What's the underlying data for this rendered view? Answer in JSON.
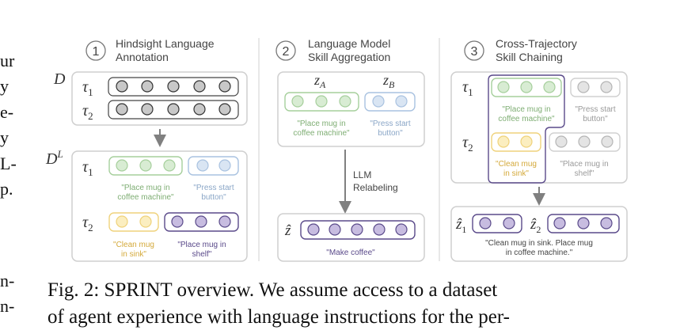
{
  "left_margin_fragments": [
    "ur",
    "y",
    "e-",
    "y",
    "L-",
    "p.",
    "n-",
    "n-"
  ],
  "panels": [
    {
      "number": "1",
      "title_line1": "Hindsight Language",
      "title_line2": "Annotation",
      "dataset_label": "D",
      "relabeled_label": "D",
      "relabeled_sup": "L",
      "traj1": "τ",
      "traj1_sub": "1",
      "traj2": "τ",
      "traj2_sub": "2",
      "skills": [
        {
          "line1": "\"Place mug in",
          "line2": "coffee machine\""
        },
        {
          "line1": "\"Press start",
          "line2": "button\""
        },
        {
          "line1": "\"Clean mug",
          "line2": "in sink\""
        },
        {
          "line1": "\"Place mug in",
          "line2": "shelf\""
        }
      ]
    },
    {
      "number": "2",
      "title_line1": "Language Model",
      "title_line2": "Skill Aggregation",
      "zA": "z",
      "zA_sub": "A",
      "zB": "z",
      "zB_sub": "B",
      "skills": [
        {
          "line1": "\"Place mug in",
          "line2": "coffee machine\""
        },
        {
          "line1": "\"Press start",
          "line2": "button\""
        }
      ],
      "arrow_label_line1": "LLM",
      "arrow_label_line2": "Relabeling",
      "zhat": "ẑ",
      "result": "\"Make coffee\""
    },
    {
      "number": "3",
      "title_line1": "Cross-Trajectory",
      "title_line2": "Skill Chaining",
      "traj1": "τ",
      "traj1_sub": "1",
      "traj2": "τ",
      "traj2_sub": "2",
      "skills": [
        {
          "line1": "\"Place mug in",
          "line2": "coffee machine\""
        },
        {
          "line1": "\"Press start",
          "line2": "button\""
        },
        {
          "line1": "\"Clean mug",
          "line2": "in sink\""
        },
        {
          "line1": "\"Place mug in",
          "line2": "shelf\""
        }
      ],
      "zhat1": "ẑ",
      "zhat1_sub": "1",
      "zhat2": "ẑ",
      "zhat2_sub": "2",
      "result_line1": "\"Clean mug in sink. Place mug",
      "result_line2": "in coffee machine.\""
    }
  ],
  "caption_line1": "Fig. 2: SPRINT overview. We assume access to a dataset",
  "caption_line2": "of agent experience with language instructions for the per-",
  "colors": {
    "green_fill": "#d8ecd3",
    "green_stroke": "#a6cf9c",
    "blue_fill": "#d9e5f3",
    "blue_stroke": "#a9c2e0",
    "yellow_fill": "#fbeec0",
    "yellow_stroke": "#efd27b",
    "purple_fill": "#c7bce0",
    "purple_stroke": "#5a4a8a",
    "gray_fill": "#c8c8c8",
    "gray_stroke": "#333333",
    "green_text": "#7fae74",
    "blue_text": "#8aa6c7",
    "yellow_text": "#d4a93a",
    "purple_text": "#5a4a8a",
    "muted_text": "#9a9a9a"
  }
}
